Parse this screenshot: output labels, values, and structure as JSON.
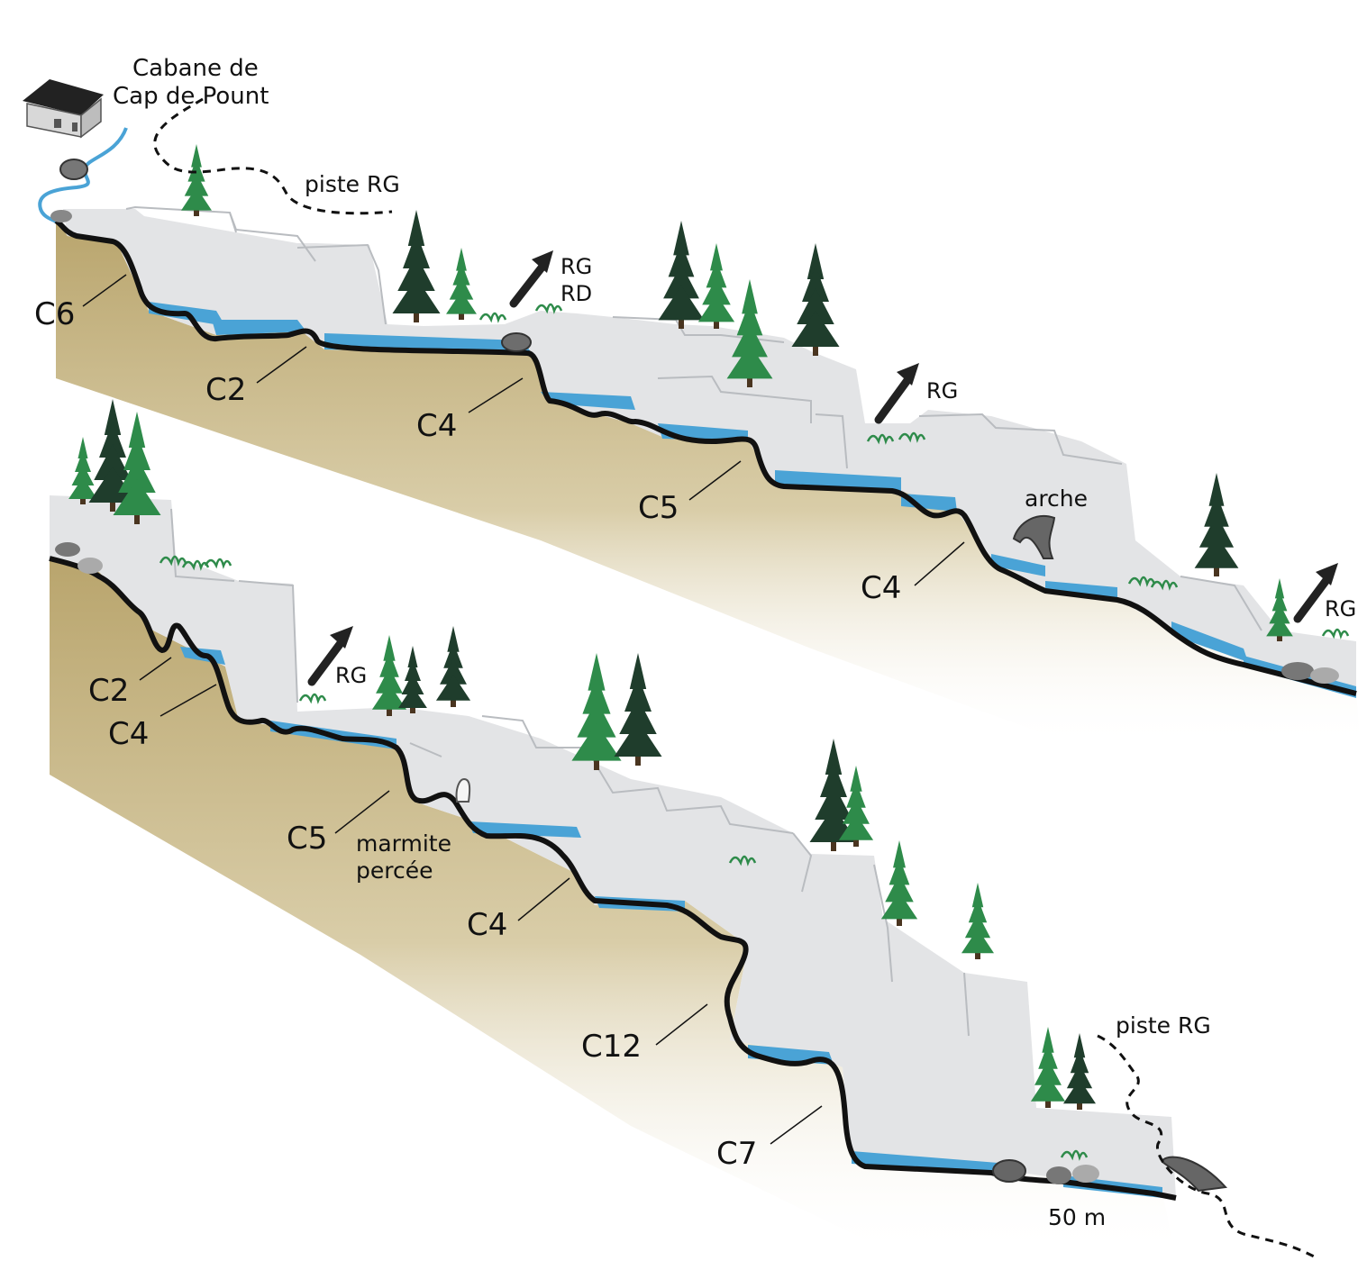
{
  "start": {
    "hut_label_line1": "Cabane de",
    "hut_label_line2": "Cap de Pount"
  },
  "tracks": {
    "approach": "piste RG",
    "exit": "piste RG"
  },
  "jumps": {
    "section1": [
      "C6",
      "C2",
      "C4",
      "C5",
      "C4"
    ],
    "section2": [
      "C2",
      "C4",
      "C5",
      "C4",
      "C12",
      "C7"
    ]
  },
  "exits": {
    "exit1_line1": "RG",
    "exit1_line2": "RD",
    "exit2": "RG",
    "exit3": "RG",
    "exit4": "RG"
  },
  "features": {
    "arch": "arche",
    "pothole_line1": "marmite",
    "pothole_line2": "percée",
    "final_distance": "50 m"
  },
  "colors": {
    "water": "#4aa3d6",
    "rock": "#e3e4e6",
    "earth": "#c8b88a",
    "tree_light": "#2e8b4a",
    "tree_dark": "#1f3d2c",
    "outline": "#111111"
  }
}
